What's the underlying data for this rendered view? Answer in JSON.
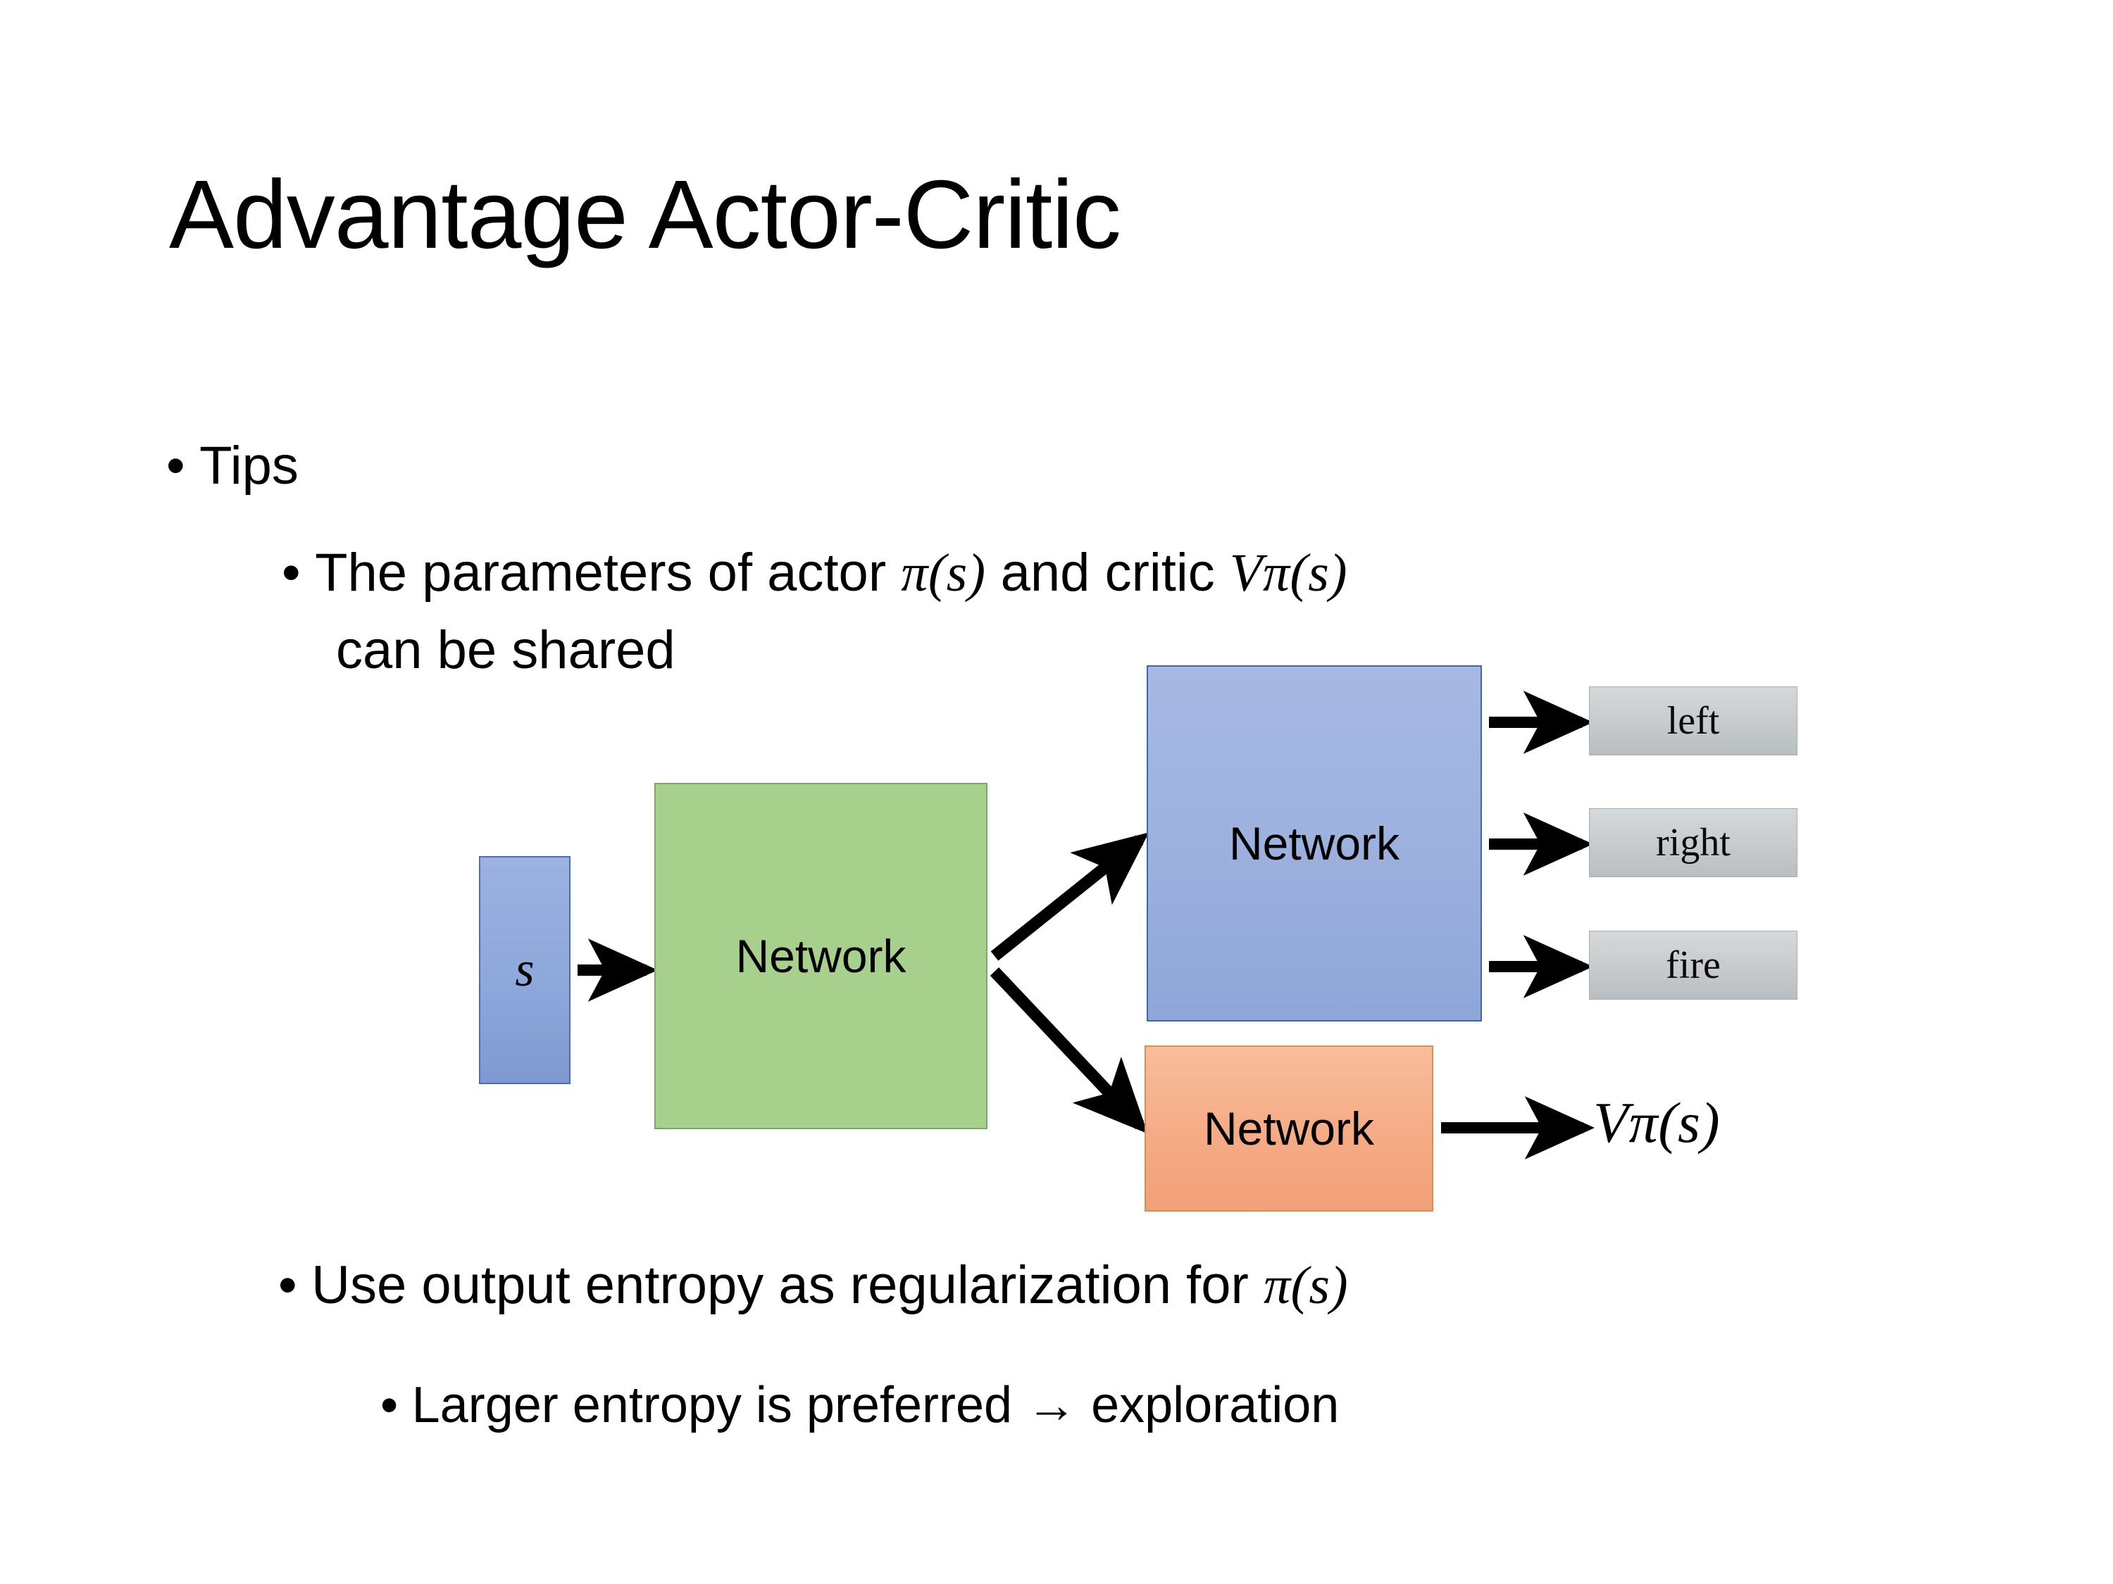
{
  "slide": {
    "title": "Advantage Actor-Critic",
    "background_color": "#ffffff",
    "text_color": "#000000"
  },
  "bullets": {
    "level1": {
      "marker": "•",
      "text": "Tips"
    },
    "level2_a": {
      "marker": "•",
      "line1_pre": "The parameters of actor ",
      "math_pi": "π(s)",
      "line1_mid": " and critic ",
      "math_v": "V",
      "math_v_sup": "π",
      "math_v_arg": "(s)",
      "line2": "can be shared"
    },
    "level2_b": {
      "marker": "•",
      "text_pre": "Use output entropy as regularization for ",
      "math_pi": "π(s)"
    },
    "level3": {
      "marker": "•",
      "text": "Larger entropy is preferred → exploration"
    }
  },
  "diagram": {
    "input_node": {
      "label": "s",
      "fill": "#8da8db",
      "stroke": "#4a6fb0"
    },
    "shared_network": {
      "label": "Network",
      "fill": "#a8d08d",
      "stroke": "#7ba968"
    },
    "actor_network": {
      "label": "Network",
      "fill": "#9db1de",
      "stroke": "#3a67ad"
    },
    "critic_network": {
      "label": "Network",
      "fill": "#f5ab85",
      "stroke": "#d98d4f"
    },
    "action_outputs": [
      {
        "label": "left",
        "fill": "#c9cdcf"
      },
      {
        "label": "right",
        "fill": "#c9cdcf"
      },
      {
        "label": "fire",
        "fill": "#c9cdcf"
      }
    ],
    "value_output": {
      "symbol": "V",
      "superscript": "π",
      "argument": "(s)"
    },
    "arrow_color": "#000000"
  }
}
